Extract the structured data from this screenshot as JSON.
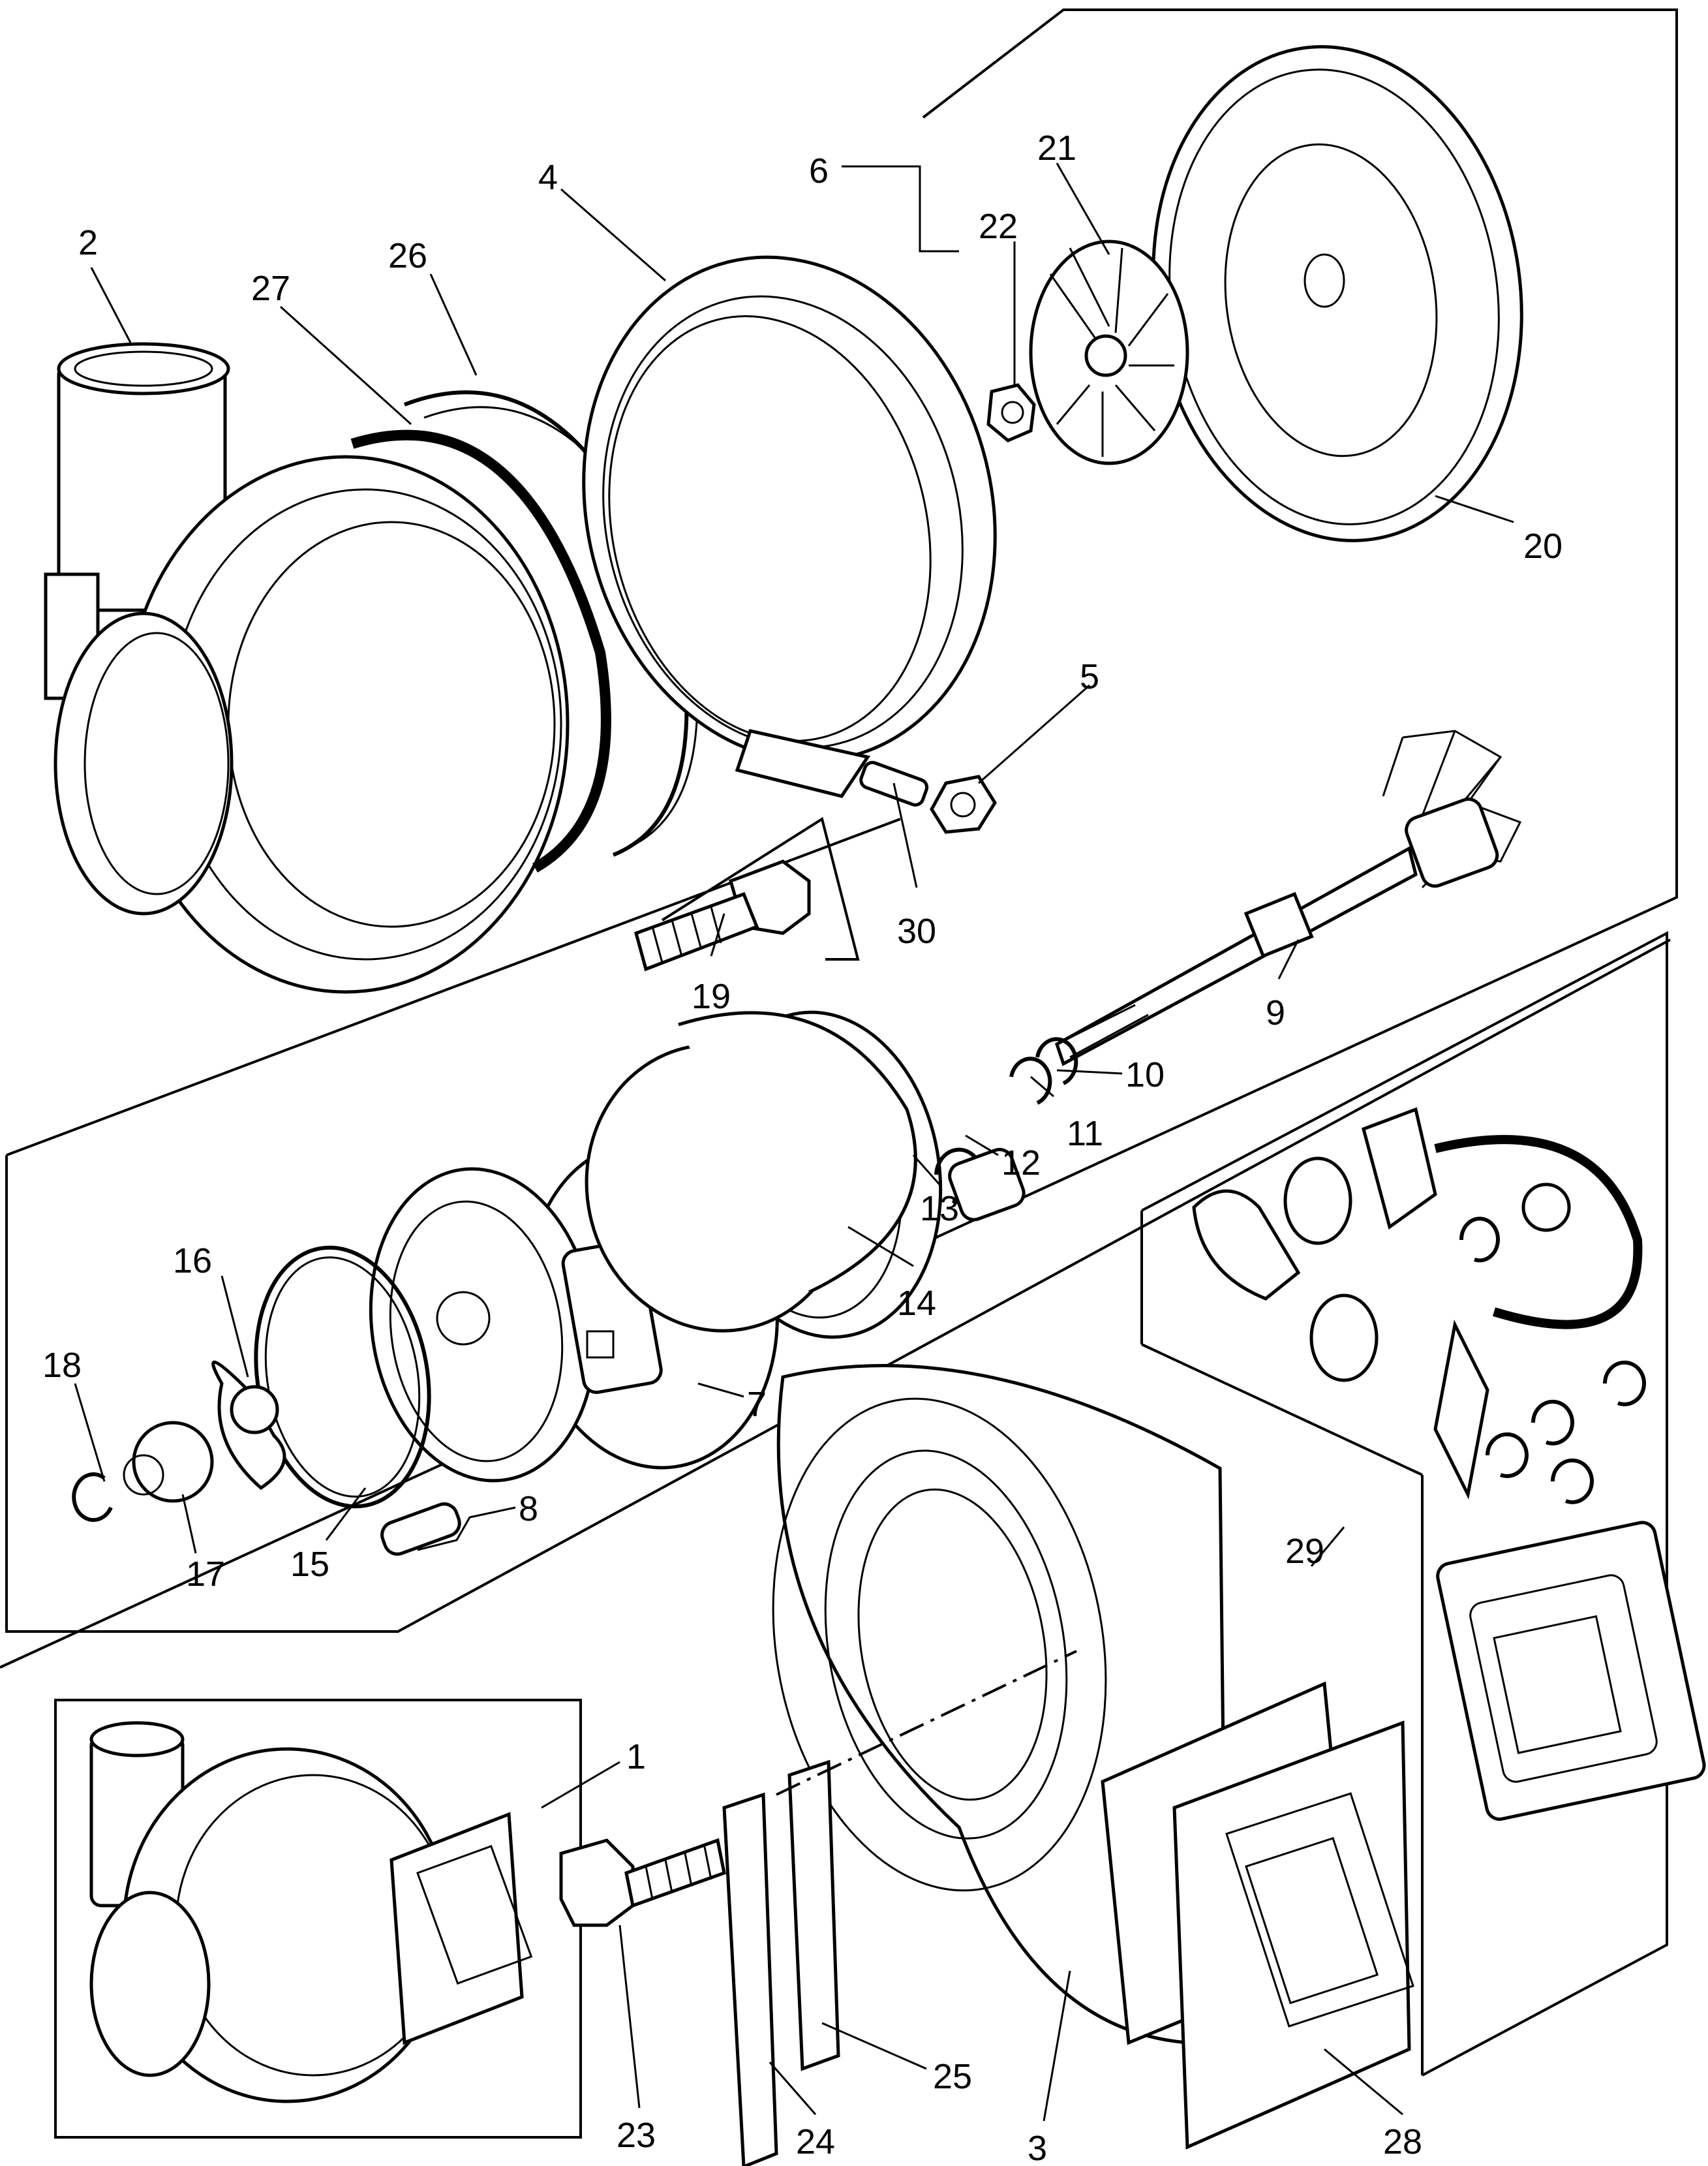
{
  "labels": {
    "p1": "1",
    "p2": "2",
    "p3": "3",
    "p4": "4",
    "p5": "5",
    "p6": "6",
    "p7": "7",
    "p8": "8",
    "p9": "9",
    "p10": "10",
    "p11": "11",
    "p12": "12",
    "p13": "13",
    "p14": "14",
    "p15": "15",
    "p16": "16",
    "p17": "17",
    "p18": "18",
    "p19": "19",
    "p20": "20",
    "p21": "21",
    "p22": "22",
    "p23": "23",
    "p24": "24",
    "p25": "25",
    "p26": "26",
    "p27": "27",
    "p28": "28",
    "p29": "29",
    "p30": "30"
  }
}
